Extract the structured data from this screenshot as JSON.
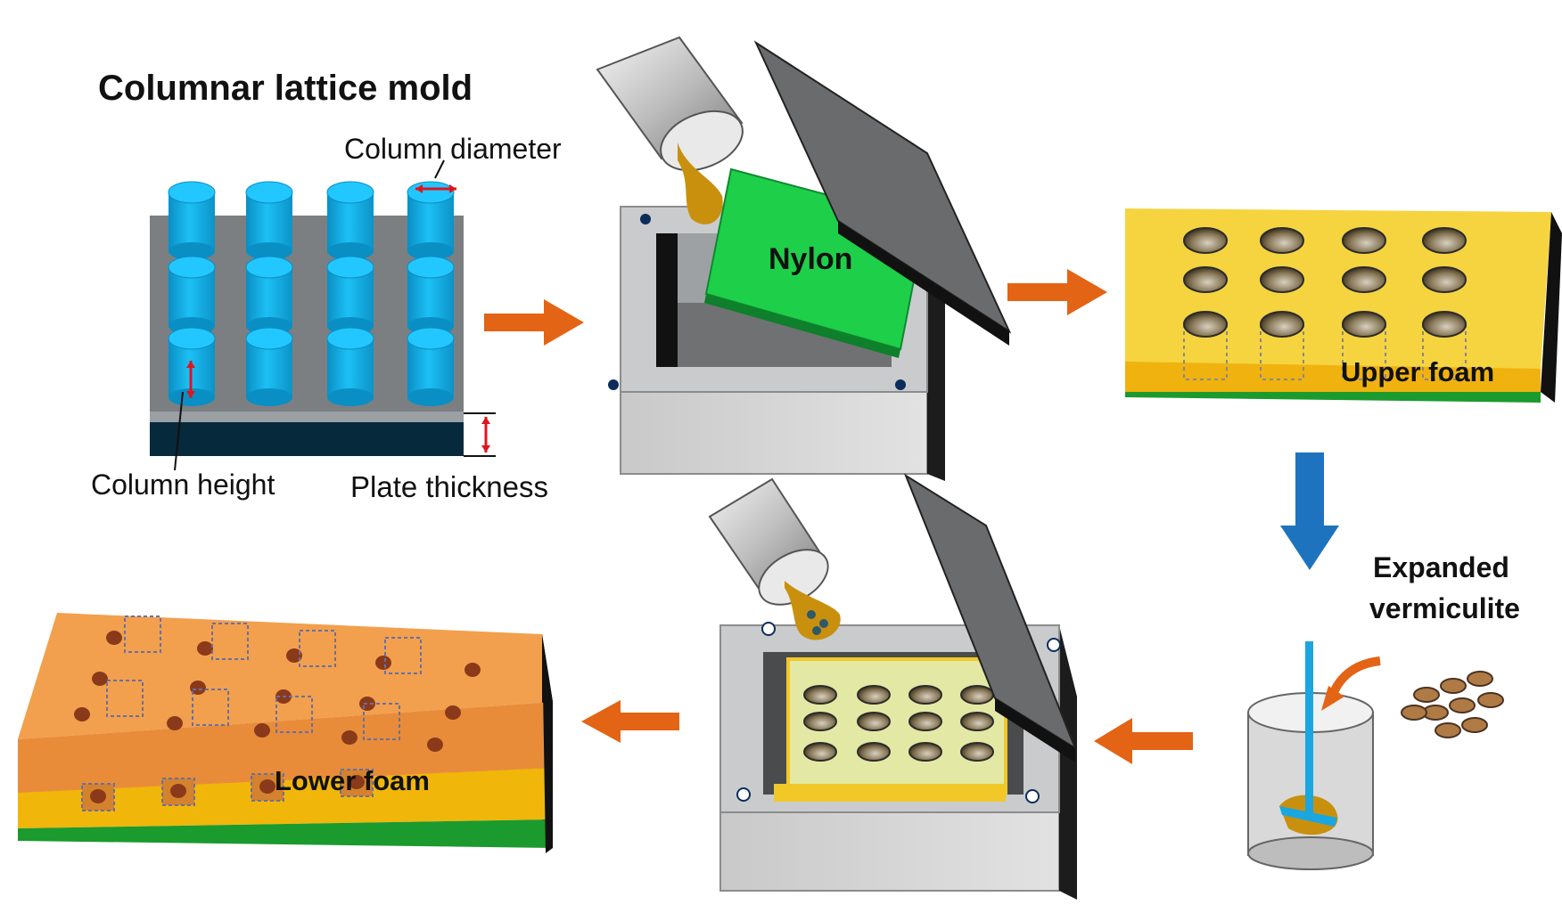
{
  "title": "Columnar lattice mold",
  "labels": {
    "column_diameter": "Column diameter",
    "column_height": "Column height",
    "plate_thickness": "Plate thickness",
    "nylon": "Nylon",
    "upper_foam": "Upper foam",
    "expanded_line1": "Expanded",
    "expanded_line2": "vermiculite",
    "lower_foam": "Lower foam"
  },
  "colors": {
    "column_blue": "#12b4ec",
    "mold_grey": "#bfc3c6",
    "nylon_green": "#1ecf4a",
    "lid_dark": "#6b6b6b",
    "foam_yellow": "#f5d43f",
    "foam_orange": "#f2a04d",
    "arrow_orange": "#e36414",
    "arrow_blue": "#1e73be",
    "resin_brown": "#c9900e"
  }
}
